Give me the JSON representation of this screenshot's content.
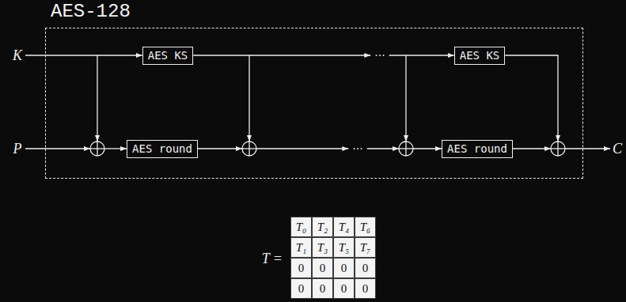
{
  "diagram": {
    "nodes": [
      {
        "text": [
          "AES-128"
        ]
      },
      {
        "text": [
          "AES KS"
        ],
        "in": 0
      },
      {
        "text": [
          "AES KS"
        ],
        "in": 0
      },
      {
        "text": [
          "AES round"
        ],
        "in": 0
      },
      {
        "text": [
          "AES round"
        ],
        "in": 0
      }
    ],
    "edges": [
      {
        "from": 1,
        "to": 2,
        "arrow": "to",
        "label": "···"
      },
      {
        "from": 3,
        "to": 4,
        "arrow": "to",
        "label": "···"
      }
    ],
    "labels": [
      "K",
      "P",
      "C",
      "T =",
      "T₀",
      "T₂",
      "T₄",
      "T₆",
      "T₁",
      "T₃",
      "T₅",
      "T₇",
      "0",
      "0",
      "0",
      "0",
      "0",
      "0",
      "0",
      "0"
    ]
  }
}
